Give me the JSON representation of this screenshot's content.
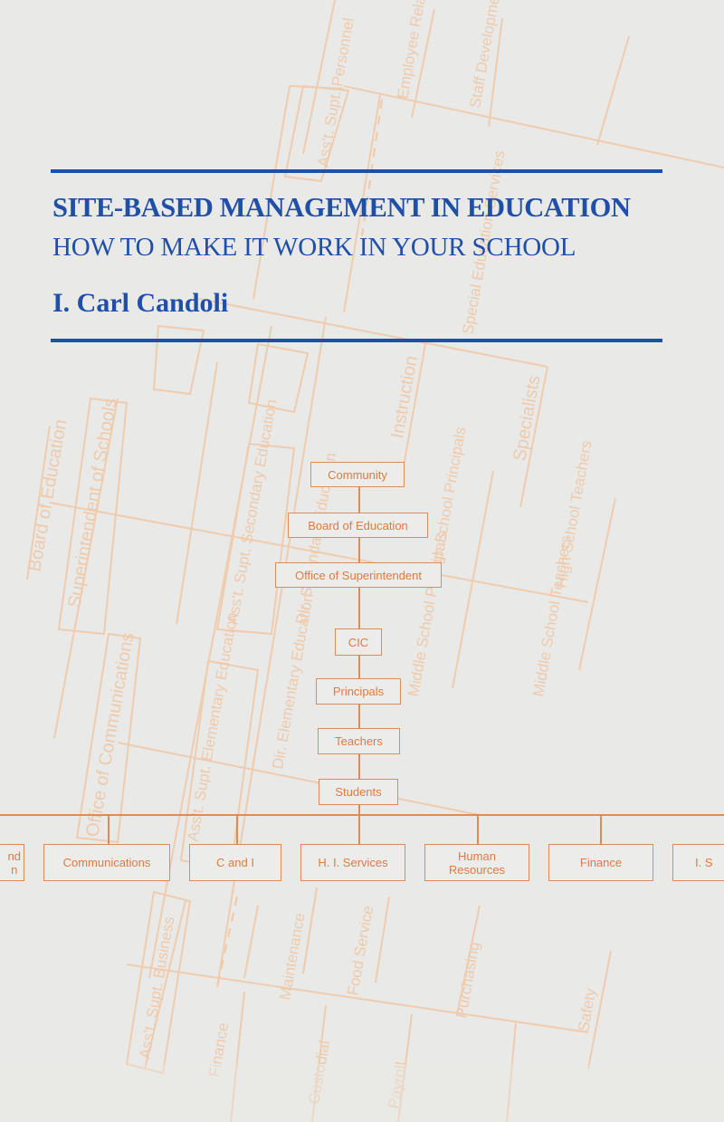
{
  "cover": {
    "title": "SITE-BASED MANAGEMENT IN EDUCATION",
    "subtitle": "HOW TO MAKE IT WORK IN YOUR SCHOOL",
    "author": "I. Carl Candoli"
  },
  "chart": {
    "chain": [
      "Community",
      "Board of Education",
      "Office of Superintendent",
      "CIC",
      "Principals",
      "Teachers",
      "Students"
    ],
    "departments": [
      "nd\nn",
      "Communications",
      "C and I",
      "H. I. Services",
      "Human\nResources",
      "Finance",
      "I. S"
    ]
  },
  "background_labels": [
    "Board of Education",
    "Superintendent of Schools",
    "Office of Communications",
    "Ass't. Supt. Secondary Education",
    "Ass't. Supt. Elementary Education",
    "Ass't. Supt. Business",
    "Dir. Secondary Education",
    "Dir. Elementary Education",
    "Instruction",
    "Specialists",
    "High School Principals",
    "High School Teachers",
    "Middle School Principals",
    "Middle School Teachers",
    "Maintenance",
    "Food Service",
    "Purchasing",
    "Safety",
    "Finance",
    "Custodial",
    "Payroll",
    "Employee Relations",
    "Staff Development",
    "Ass't. Supt. Personnel",
    "Special Education Services"
  ],
  "colors": {
    "accent": "#1f4fa8",
    "chart": "#e07a40",
    "ghost": "#f0c9a8",
    "background": "#e9e9e7"
  }
}
